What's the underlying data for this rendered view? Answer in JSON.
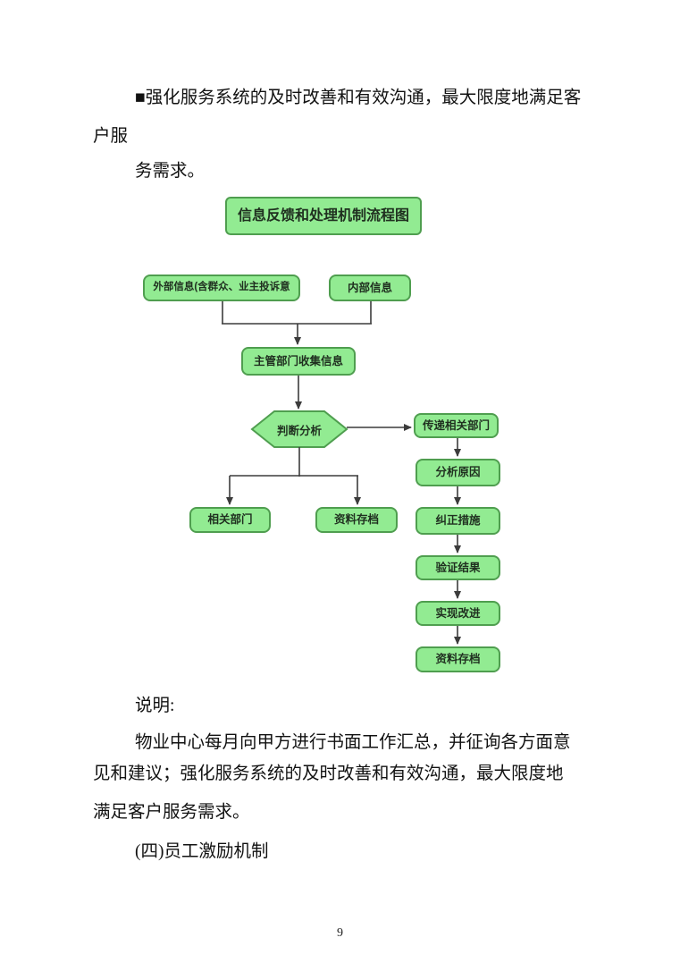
{
  "paragraph_top": {
    "line1": "■强化服务系统的及时改善和有效沟通，最大限度地满足客",
    "line2": "户服",
    "line3": "务需求。"
  },
  "flowchart": {
    "title": "信息反馈和处理机制流程图",
    "nodes": {
      "external_info": "外部信息(含群众、业主投诉意",
      "internal_info": "内部信息",
      "collect_info": "主管部门收集信息",
      "decision": "判断分析",
      "transmit_dept": "传递相关部门",
      "analyze_cause": "分析原因",
      "related_dept": "相关部门",
      "archive_left": "资料存档",
      "corrective_action": "纠正措施",
      "verify_result": "验证结果",
      "implement_improve": "实现改进",
      "archive_right": "资料存档"
    },
    "colors": {
      "node_fill": "#92EB92",
      "node_border": "#4F9E4F",
      "node_text": "#203020",
      "connector": "#3C3C3C"
    }
  },
  "paragraph_bottom": {
    "label": "说明:",
    "line1": "物业中心每月向甲方进行书面工作汇总，并征询各方面意",
    "line2": "见和建议；强化服务系统的及时改善和有效沟通，最大限度地",
    "line3": "满足客户服务需求。",
    "line4": "(四)员工激励机制"
  },
  "page_number": "9"
}
